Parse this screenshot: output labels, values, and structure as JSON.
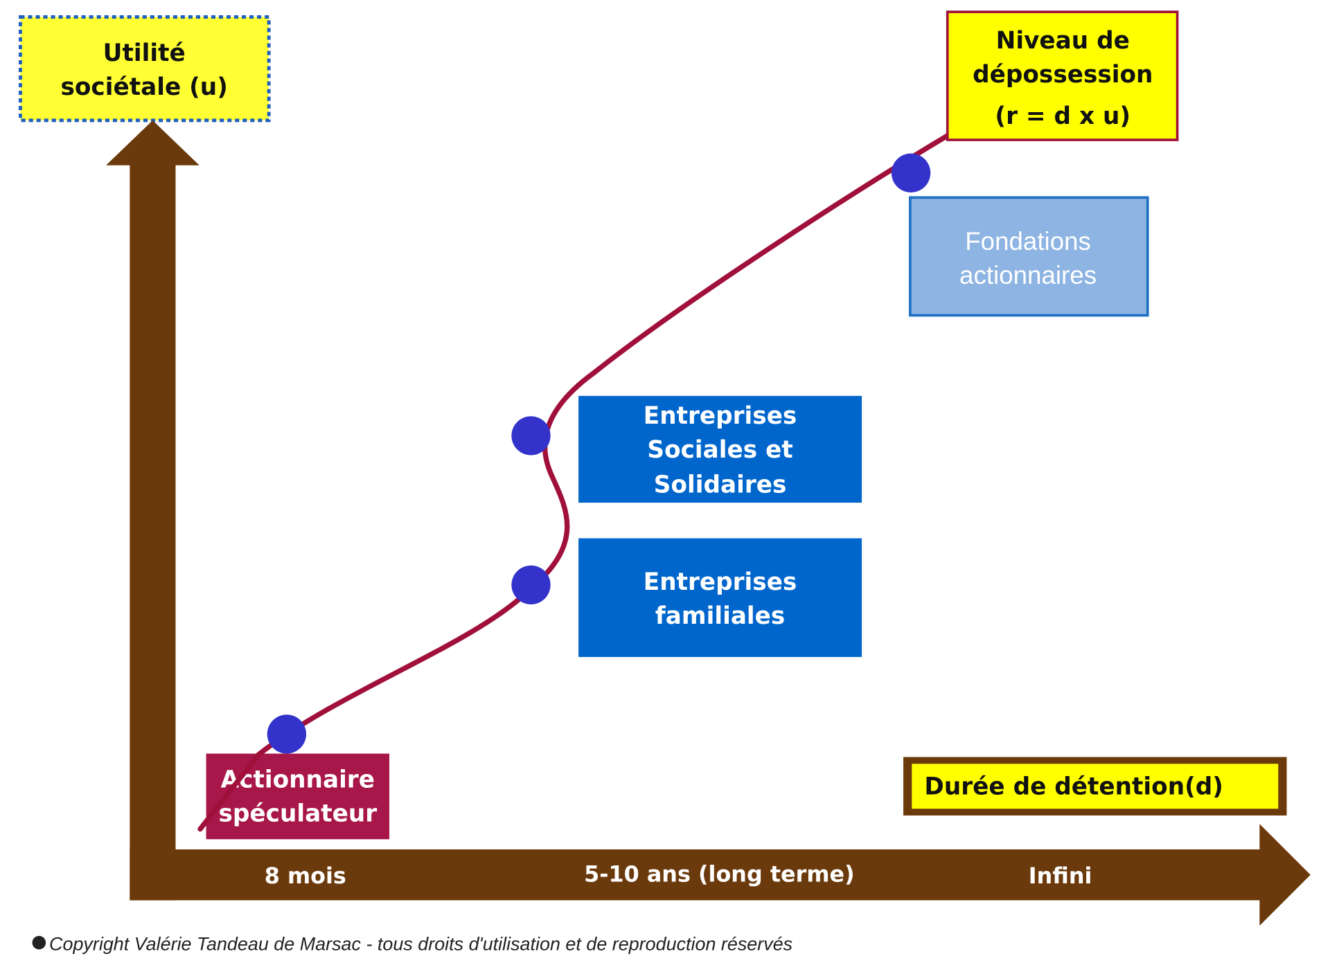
{
  "y_axis_label": {
    "line1": "Utilité",
    "line2": "sociétale (u)"
  },
  "x_axis_label": "Durée de détention(d)",
  "x_ticks": [
    "8 mois",
    "5-10 ans (long terme)",
    "Infini"
  ],
  "curve_label": {
    "line1": "Niveau de",
    "line2": "dépossession",
    "line3": "(r = d x u)"
  },
  "categories": {
    "speculator": {
      "line1": "Actionnaire",
      "line2": "spéculateur"
    },
    "family": {
      "line1": "Entreprises",
      "line2": "familiales"
    },
    "social": {
      "line1": "Entreprises",
      "line2": "Sociales et",
      "line3": "Solidaires"
    },
    "foundations": {
      "line1": "Fondations",
      "line2": "actionnaires"
    }
  },
  "copyright": "Copyright Valérie Tandeau de Marsac - tous droits d'utilisation et de reproduction réservés",
  "colors": {
    "axis": "#6B3A0C",
    "curve": "#A0103A",
    "dot": "#3333CC",
    "yellow": "#FFFF00",
    "blue": "#0066CC",
    "light_blue": "#8DB4E2",
    "crimson": "#A8174A"
  }
}
